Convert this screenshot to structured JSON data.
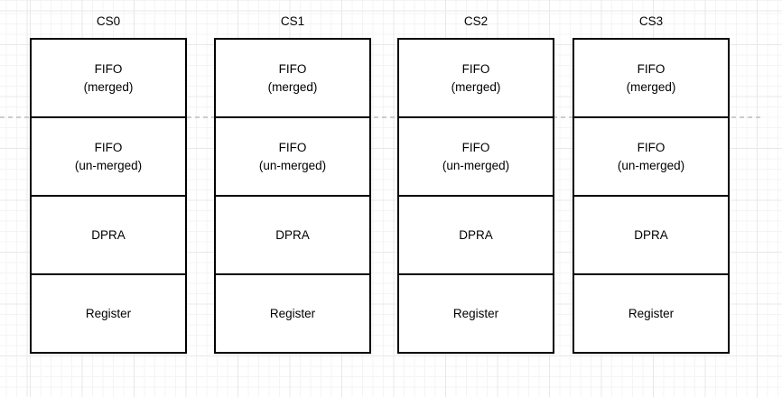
{
  "theme": {
    "background": "#ffffff",
    "grid_minor": "#f4f4f4",
    "grid_major": "#e8e8e8",
    "stroke": "#000000",
    "text": "#000000",
    "dash": "#cccccc"
  },
  "columns": [
    {
      "title": "CS0",
      "cells": [
        "FIFO\n(merged)",
        "FIFO\n(un-merged)",
        "DPRA",
        "Register"
      ]
    },
    {
      "title": "CS1",
      "cells": [
        "FIFO\n(merged)",
        "FIFO\n(un-merged)",
        "DPRA",
        "Register"
      ]
    },
    {
      "title": "CS2",
      "cells": [
        "FIFO\n(merged)",
        "FIFO\n(un-merged)",
        "DPRA",
        "Register"
      ]
    },
    {
      "title": "CS3",
      "cells": [
        "FIFO\n(merged)",
        "FIFO\n(un-merged)",
        "DPRA",
        "Register"
      ]
    }
  ]
}
